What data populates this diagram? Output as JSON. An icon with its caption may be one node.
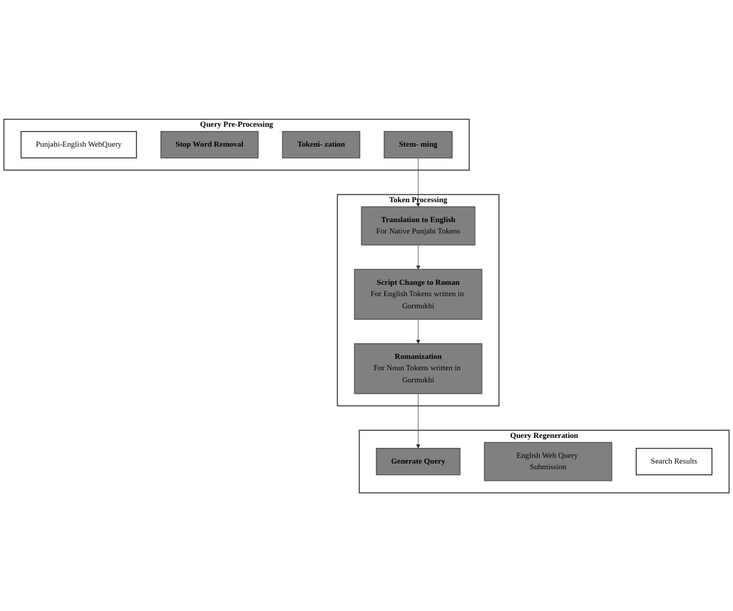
{
  "diagram": {
    "nodes": [
      {
        "text": [
          "Query Pre-Processing"
        ]
      },
      {
        "text": [
          "Punjabi-English WebQuery"
        ],
        "in": 0
      },
      {
        "text": [
          "Stop Word Removal"
        ],
        "in": 0
      },
      {
        "text": [
          "Tokeni- zation"
        ],
        "in": 0
      },
      {
        "text": [
          "Stem- ming"
        ],
        "in": 0
      },
      {
        "text": [
          "Token Processing"
        ]
      },
      {
        "text": [
          "Translation to English",
          "For Native Punjabi Tokens"
        ],
        "in": 5
      },
      {
        "text": [
          "Script Change to Roman",
          "For English Tokens written in Gurmukhi"
        ],
        "in": 5
      },
      {
        "text": [
          "Romanization",
          "For Noun Tokens written in Gurmukhi"
        ],
        "in": 5
      },
      {
        "text": [
          "Query Regeneration"
        ]
      },
      {
        "text": [
          "Generate Query"
        ],
        "in": 9
      },
      {
        "text": [
          "English Web Query Submission"
        ],
        "in": 9
      },
      {
        "text": [
          "Search Results"
        ],
        "in": 9
      }
    ],
    "edges": [
      {
        "from": 4,
        "to": 6,
        "arrow": "to"
      },
      {
        "from": 6,
        "to": 7,
        "arrow": "to"
      },
      {
        "from": 7,
        "to": 8,
        "arrow": "to"
      },
      {
        "from": 8,
        "to": 10,
        "arrow": "to"
      }
    ]
  }
}
